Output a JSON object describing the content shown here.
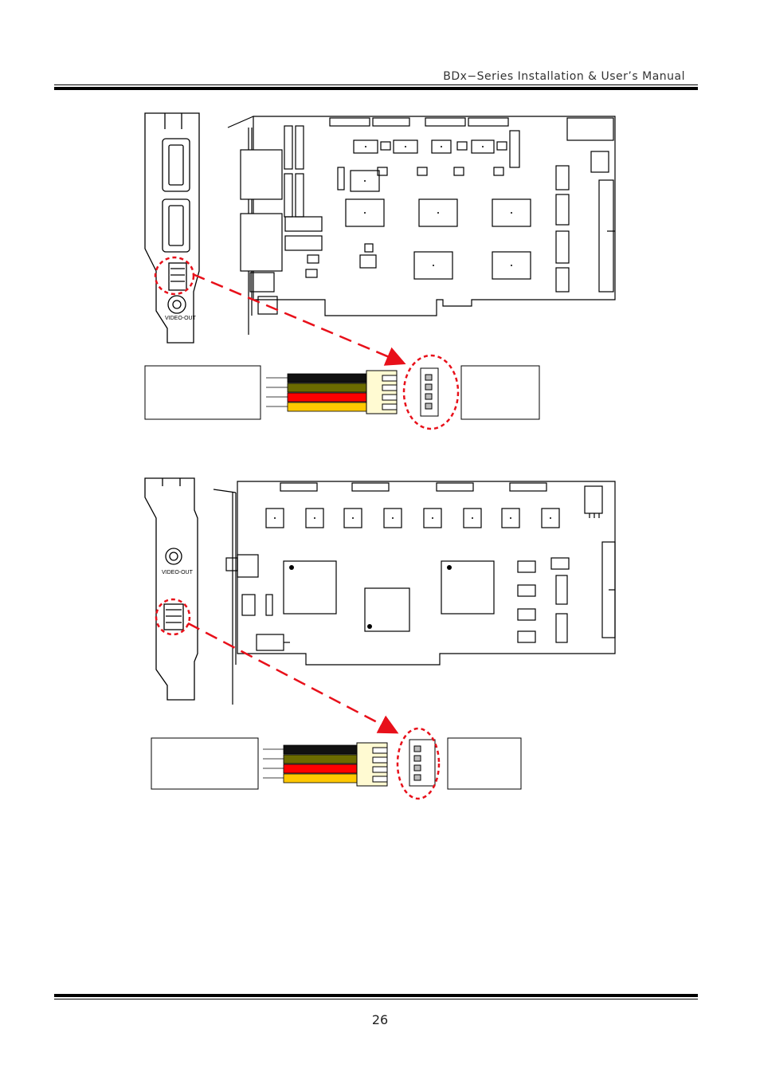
{
  "header": {
    "title": "BDx−Series Installation & User’s Manual"
  },
  "footer": {
    "page_number": "26"
  },
  "figures": {
    "top": {
      "bracket_label": "VIDEO-OUT"
    },
    "bottom": {
      "bracket_label": "VIDEO-OUT"
    }
  },
  "colors": {
    "callout": "#e8101a",
    "wire_black": "#111111",
    "wire_olive": "#6b6b00",
    "wire_red": "#ff0000",
    "wire_yellow": "#ffc800",
    "connector_fill": "#fffad2"
  }
}
